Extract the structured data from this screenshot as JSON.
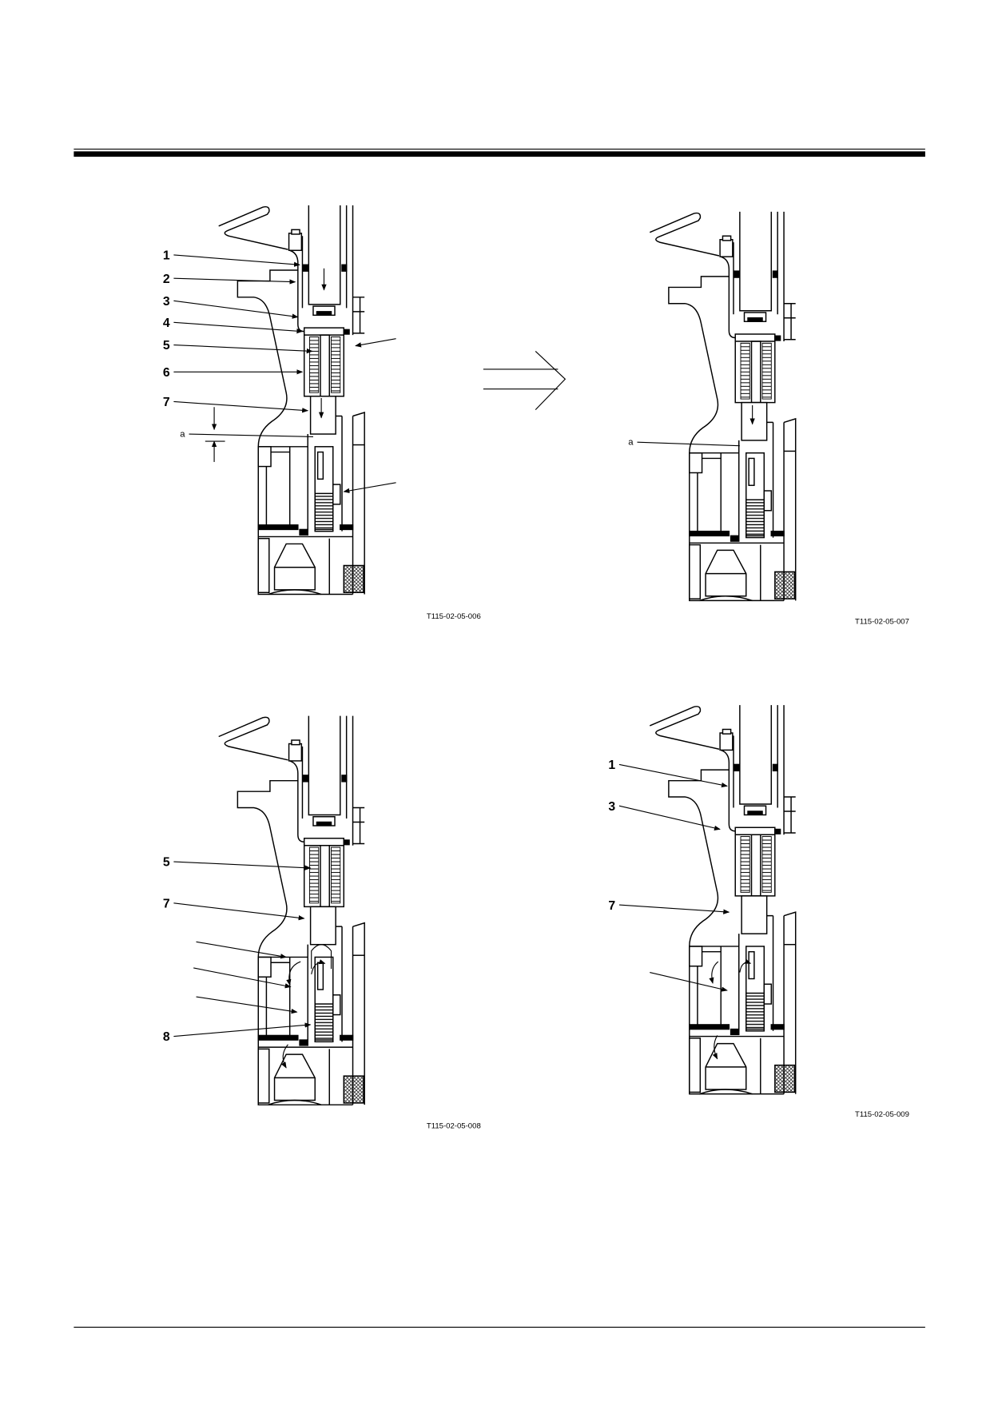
{
  "figures": [
    {
      "labels": [
        "1",
        "2",
        "3",
        "4",
        "5",
        "6",
        "7",
        "a"
      ],
      "caption": "T115-02-05-006"
    },
    {
      "labels": [
        "a"
      ],
      "caption": "T115-02-05-007"
    },
    {
      "labels": [
        "5",
        "7",
        "8"
      ],
      "caption": "T115-02-05-008"
    },
    {
      "labels": [
        "1",
        "3",
        "7"
      ],
      "caption": "T115-02-05-009"
    }
  ]
}
